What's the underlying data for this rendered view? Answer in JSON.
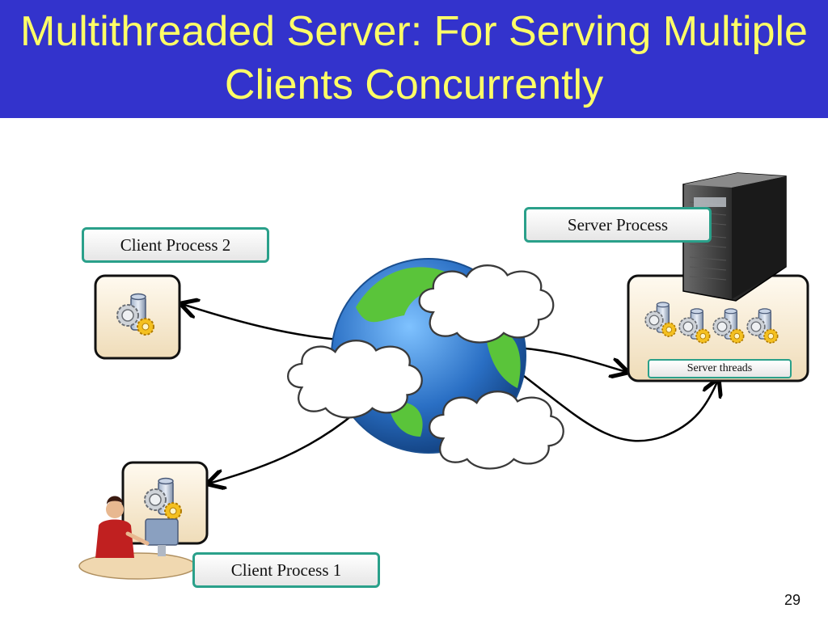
{
  "slide": {
    "title": "Multithreaded Server: For Serving Multiple Clients Concurrently",
    "page_number": "29"
  },
  "labels": {
    "client_process_2": "Client Process 2",
    "server_process": "Server Process",
    "server_threads": "Server threads",
    "client_process_1": "Client Process 1"
  },
  "colors": {
    "title_background": "#3333cc",
    "title_text": "#ffff66",
    "label_border": "#2aa08a",
    "process_box_fill": "#f8ecd4",
    "globe_ocean": "#2a6fc4",
    "globe_land": "#5ac43a"
  },
  "icons": {
    "process": "gear-database-icon",
    "server": "server-tower-icon",
    "globe": "globe-icon",
    "cloud": "cloud-icon",
    "user": "user-at-computer-icon"
  }
}
